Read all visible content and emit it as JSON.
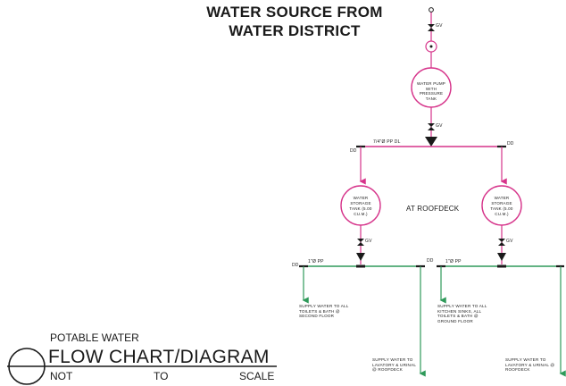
{
  "title": {
    "line1": "WATER SOURCE FROM",
    "line2": "WATER DISTRICT"
  },
  "valves": {
    "top": "GV",
    "after_pump": "GV",
    "tank_left": "GV",
    "tank_right": "GV"
  },
  "pump": {
    "text": "WATER PUMP WITH PRESSURE TANK"
  },
  "header_pipe_label": "7/4\"Ø PP DL",
  "tanks": {
    "left": {
      "text": "WATER STORAGE TANK (5.00 CU.M.)"
    },
    "right": {
      "text": "WATER STORAGE TANK (5.00 CU.M.)"
    }
  },
  "location_label": "AT ROOFDECK",
  "branch_labels": {
    "left_pipe": "1\"Ø PP",
    "right_pipe": "1\"Ø PP",
    "top_left_end": "DD",
    "top_right_end": "DD",
    "left_end": "DD",
    "right_end": "DD"
  },
  "outlets": {
    "left_first": "SUPPLY WATER TO ALL TOILETS & BATH @ SECOND FLOOR",
    "left_second": "SUPPLY WATER TO LAVATORY & URINAL @ ROOFDECK",
    "right_first": "SUPPLY WATER TO ALL KITCHEN SINKS, ALL TOILETS & BATH @ GROUND FLOOR",
    "right_second": "SUPPLY WATER TO LAVATORY & URINAL @ ROOFDECK"
  },
  "footer": {
    "subtitle": "POTABLE WATER",
    "main": "FLOW CHART/DIAGRAM",
    "scale_words": [
      "NOT",
      "TO",
      "SCALE"
    ]
  },
  "colors": {
    "pink": "#d6338a",
    "green": "#2f9a5a",
    "black": "#1a1a1a"
  }
}
